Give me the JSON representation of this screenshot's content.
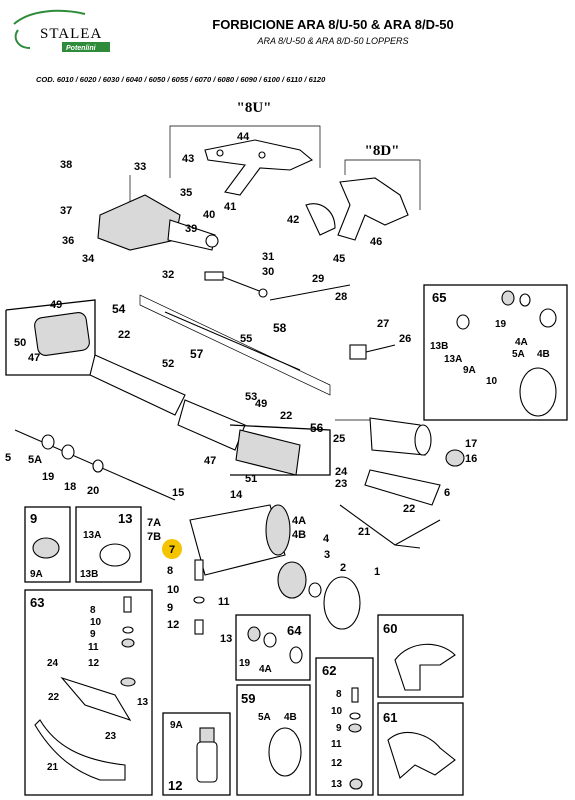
{
  "brand": {
    "name": "STALEA",
    "tagline": "Potenlini",
    "colors": {
      "accent": "#2e8b3a",
      "highlight": "#f5c400",
      "ink": "#000000"
    }
  },
  "header": {
    "title": "FORBICIONE ARA 8/U-50 & ARA 8/D-50",
    "subtitle": "ARA 8/U-50 & ARA 8/D-50 LOPPERS",
    "codes": "COD. 6010 / 6020 / 6030 / 6040 / 6050 / 6055 / 6070 / 6080 / 6090 / 6100 / 6110 / 6120"
  },
  "variants": {
    "u": "\"8U\"",
    "d": "\"8D\""
  },
  "highlighted_part": "7",
  "callouts": {
    "c44": "44",
    "c43": "43",
    "c46": "46",
    "c45": "45",
    "c38": "38",
    "c33": "33",
    "c35": "35",
    "c37": "37",
    "c36": "36",
    "c34": "34",
    "c39": "39",
    "c40": "40",
    "c41": "41",
    "c42": "42",
    "c31": "31",
    "c30": "30",
    "c32": "32",
    "c29": "29",
    "c28": "28",
    "c49a": "49",
    "c22a": "22",
    "c50": "50",
    "c47a": "47",
    "c55": "55",
    "c52": "52",
    "c53": "53",
    "c49b": "49",
    "c22b": "22",
    "c47b": "47",
    "c51": "51",
    "c25": "25",
    "c27": "27",
    "c26": "26",
    "c17": "17",
    "c16": "16",
    "c24": "24",
    "c23": "23",
    "c6": "6",
    "c22c": "22",
    "c21": "21",
    "c5": "5",
    "c5a": "5A",
    "c19": "19",
    "c18": "18",
    "c20": "20",
    "c15": "15",
    "c14": "14",
    "c7a": "7A",
    "c7b": "7B",
    "c7": "7",
    "c4a": "4A",
    "c4b": "4B",
    "c4": "4",
    "c3": "3",
    "c2": "2",
    "c1": "1",
    "c8": "8",
    "c10": "10",
    "c9": "9",
    "c11": "11",
    "c12": "12",
    "c13": "13"
  },
  "boxes": {
    "b54": "54",
    "b58": "58",
    "b57": "57",
    "b56": "56",
    "b65": {
      "num": "65",
      "labels": [
        "19",
        "4A",
        "13B",
        "13A",
        "9A",
        "10",
        "5A",
        "4B"
      ]
    },
    "b9": {
      "num": "9",
      "labels": [
        "9A"
      ]
    },
    "b13": {
      "num": "13",
      "labels": [
        "13A",
        "13B"
      ]
    },
    "b63": {
      "num": "63",
      "labels": [
        "8",
        "10",
        "9",
        "11",
        "24",
        "12",
        "13",
        "22",
        "23",
        "21"
      ]
    },
    "b64": {
      "num": "64",
      "labels": [
        "19",
        "4A"
      ]
    },
    "b62": {
      "num": "62",
      "labels": [
        "8",
        "10",
        "9",
        "11",
        "12",
        "13"
      ]
    },
    "b59": {
      "num": "59",
      "labels": [
        "5A",
        "4B"
      ]
    },
    "b12": {
      "num": "12",
      "labels": [
        "9A"
      ]
    },
    "b60": {
      "num": "60"
    },
    "b61": {
      "num": "61"
    }
  }
}
